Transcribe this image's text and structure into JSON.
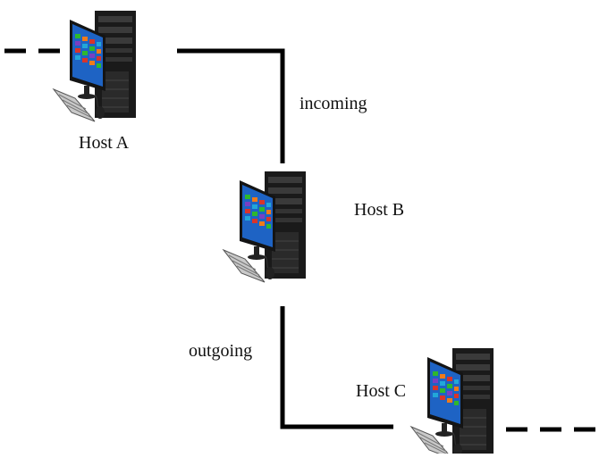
{
  "diagram": {
    "hosts": [
      {
        "id": "host-a",
        "label": "Host A"
      },
      {
        "id": "host-b",
        "label": "Host B"
      },
      {
        "id": "host-c",
        "label": "Host C"
      }
    ],
    "links": [
      {
        "id": "incoming",
        "label": "incoming",
        "from": "Host A",
        "to": "Host B"
      },
      {
        "id": "outgoing",
        "label": "outgoing",
        "from": "Host B",
        "to": "Host C"
      }
    ]
  },
  "colors": {
    "line": "#000000",
    "tower_dark": "#1a1a1a",
    "tower_mid": "#3a3a3a",
    "screen_blue": "#1e63c4",
    "tile_green": "#2eb82e",
    "tile_orange": "#f07b1a",
    "tile_red": "#d9342b",
    "tile_purple": "#7a3fc2",
    "tile_cyan": "#22a7d8"
  },
  "icons": {
    "computer": "desktop-computer-icon"
  }
}
